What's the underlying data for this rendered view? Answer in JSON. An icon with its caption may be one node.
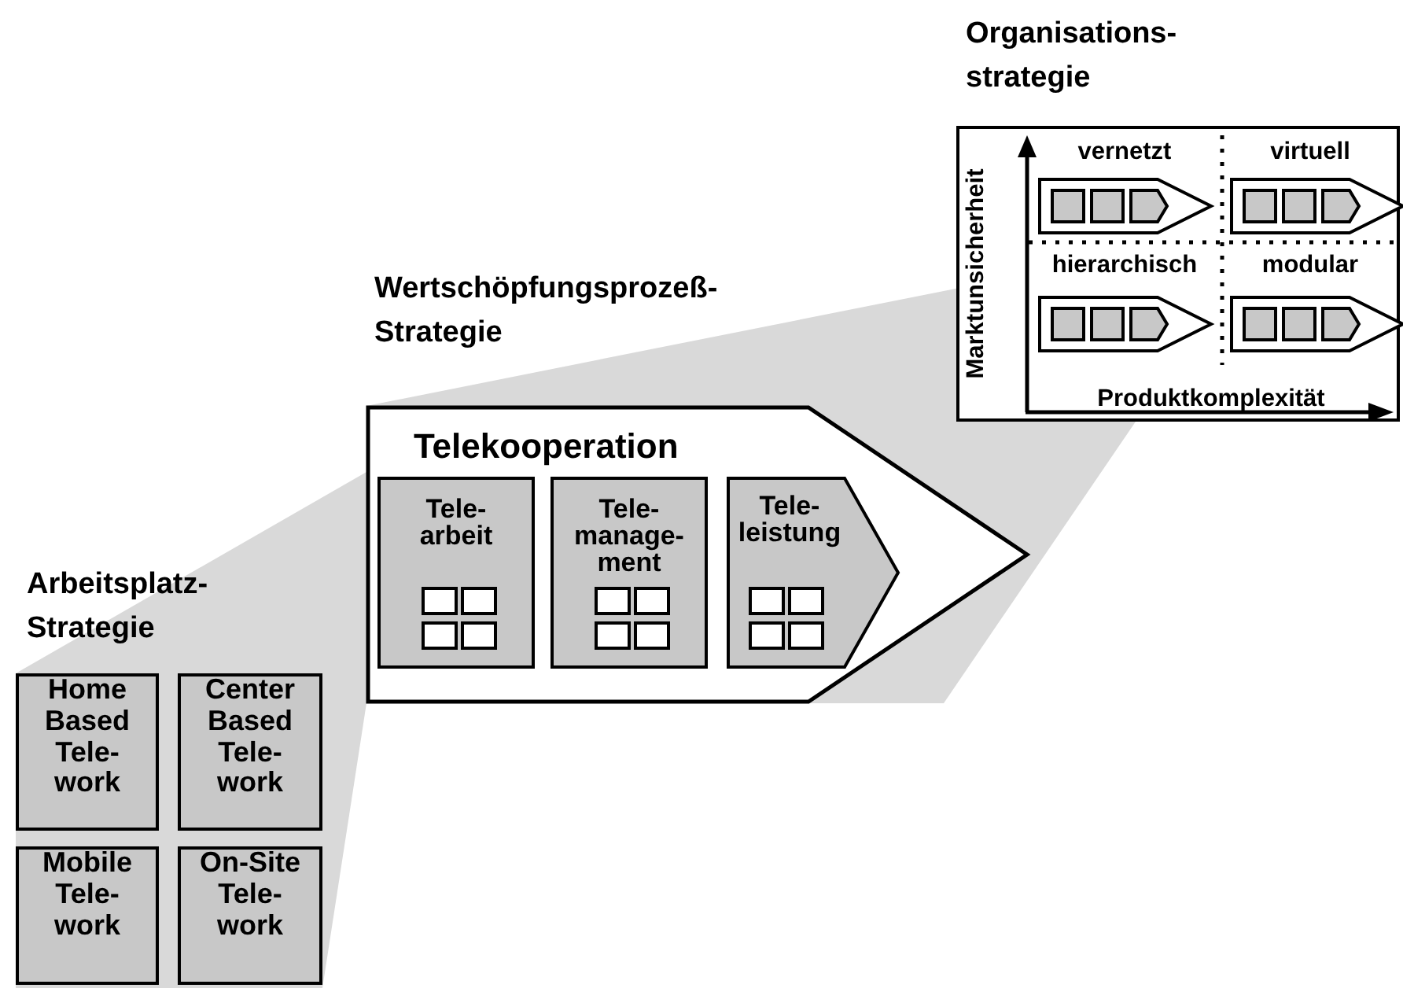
{
  "diagram": {
    "nodes": [
      {
        "text": [
          "Home Based Tele- work"
        ]
      },
      {
        "text": [
          "Center Based Tele- work"
        ]
      },
      {
        "text": [
          "Mobile Tele- work"
        ]
      },
      {
        "text": [
          "On-Site Tele- work"
        ]
      },
      {
        "text": [
          "Telekooperation"
        ]
      },
      {
        "text": [
          "Tele- arbeit"
        ],
        "in": 4
      },
      {
        "text": [
          "Tele- manage- ment"
        ],
        "in": 4
      },
      {
        "text": [
          "Tele- leistung"
        ],
        "in": 4
      },
      {
        "text": [
          "Marktunsicherheit",
          "vernetzt",
          "virtuell",
          "hierarchisch",
          "modular",
          "Produktkomplexität"
        ]
      }
    ],
    "labels": [
      "Organisations- strategie",
      "Wertschöpfungsprozeß- Strategie",
      "Arbeitsplatz- Strategie"
    ]
  }
}
